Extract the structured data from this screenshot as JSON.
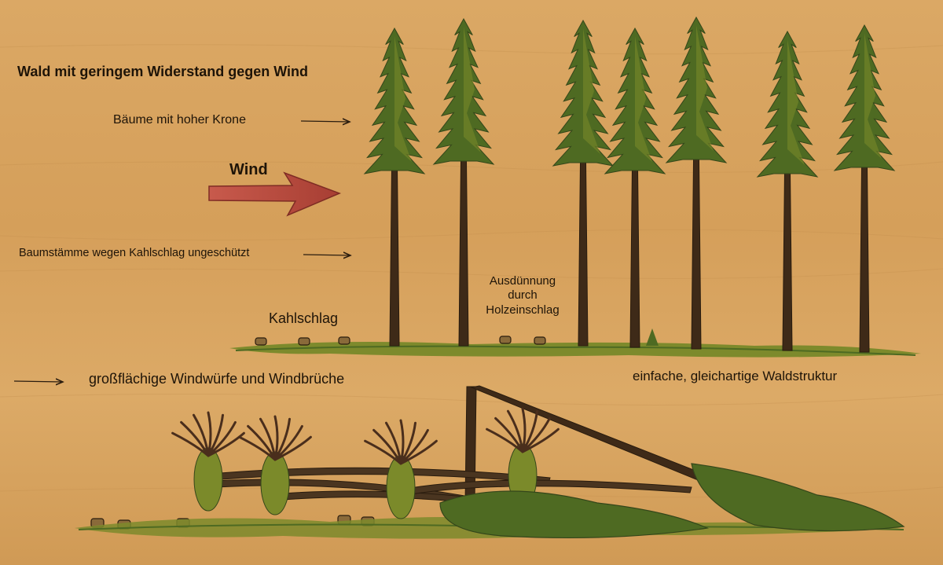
{
  "labels": {
    "title": "Wald mit geringem Widerstand gegen Wind",
    "crowns": "Bäume mit hoher Krone",
    "wind": "Wind",
    "stems": "Baumstämme wegen Kahlschlag ungeschützt",
    "clearcut": "Kahlschlag",
    "thinning_lines": [
      "Ausdünnung",
      "durch",
      "Holzeinschlag"
    ],
    "windthrow": "großflächige Windwürfe und Windbrüche",
    "structure": "einfache, gleichartige Waldstruktur"
  },
  "colors": {
    "wood_background": "#d9a35f",
    "foliage": "#4e6a22",
    "foliage_light": "#7b8a2a",
    "trunk": "#3e2a18",
    "wind_arrow": "#b5473a",
    "outline": "#2a1c0e"
  }
}
